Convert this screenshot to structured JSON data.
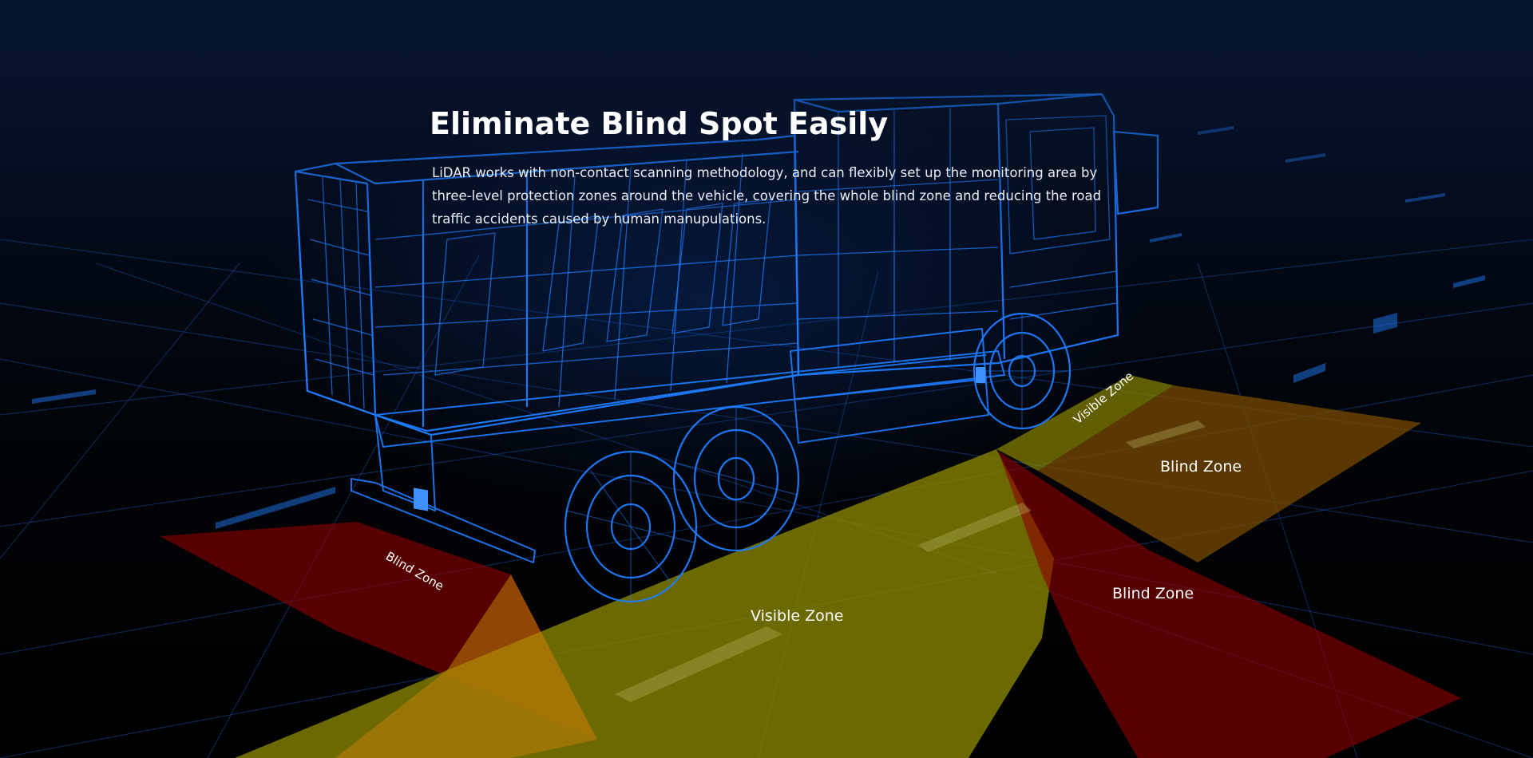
{
  "section": {
    "title": "Eliminate Blind Spot Easily",
    "description": "LiDAR works with non-contact scanning methodology, and can flexibly set up the monitoring area by three-level protection zones around the vehicle, covering the whole blind zone and reducing the road traffic accidents caused by human manupulations."
  },
  "zones": {
    "rear_blind": "Blind Zone",
    "front_visible": "Visible Zone",
    "front_blind": "Blind Zone",
    "side_visible": "Visible Zone",
    "side_blind": "Blind Zone"
  },
  "colors": {
    "background": "#000000",
    "wireframe": "#1e7cff",
    "blind_zone": "#8c0000",
    "visible_zone": "#7f7a00",
    "side_zone": "#7a4a00",
    "grid": "#1b4fa8"
  },
  "illustration": "dump-truck-wireframe"
}
